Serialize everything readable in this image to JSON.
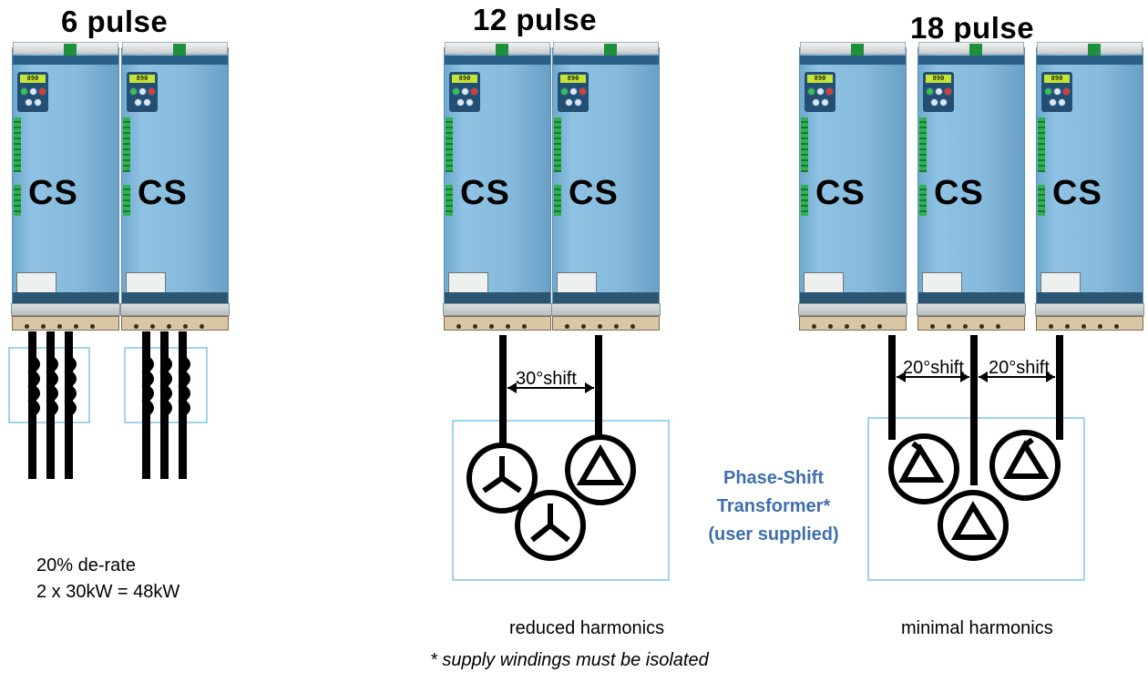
{
  "titles": {
    "six_pulse": "6 pulse",
    "twelve_pulse": "12 pulse",
    "eighteen_pulse": "18 pulse"
  },
  "drive": {
    "label": "CS",
    "display": "890"
  },
  "shift_labels": {
    "twelve": "30°shift",
    "eighteen_a": "20°shift",
    "eighteen_b": "20°shift"
  },
  "transformer_label": [
    "Phase-Shift",
    "Transformer*",
    "(user supplied)"
  ],
  "notes": {
    "derate_line1": "20% de-rate",
    "derate_line2": "2 x 30kW = 48kW",
    "reduced": "reduced harmonics",
    "minimal": "minimal harmonics",
    "footnote": "* supply windings must be isolated"
  },
  "colors": {
    "drive_blue": "#86bbdd",
    "box_outline": "#7fc6ea",
    "label_blue": "#3f6fae"
  }
}
